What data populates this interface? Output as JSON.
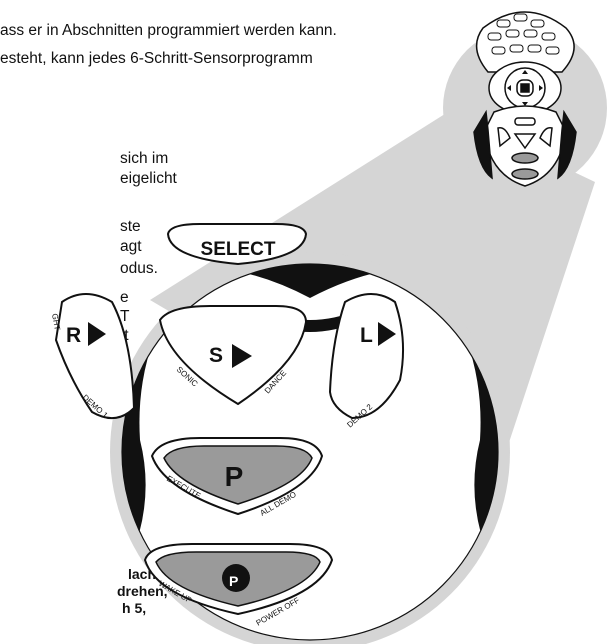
{
  "manual_text": {
    "line1": "ass er in Abschnitten programmiert werden kann.",
    "line2": "esteht, kann jedes 6-Schritt-Sensorprogramm",
    "line3": "sich im",
    "line4": "eigelicht",
    "line5": "ste",
    "line6": "agt",
    "line7": "odus.",
    "line8": "e",
    "line9": "T",
    "line10": "tt",
    "bottom1": "lach",
    "bottom2": "drehen,",
    "bottom3": "h 5,"
  },
  "remote": {
    "select_label": "SELECT",
    "right_letter": "R",
    "left_letter": "L",
    "sensor_letter": "S",
    "program_letter": "P",
    "program_small_letter": "P",
    "ght_label": "GHT",
    "demo1_label": "DEMO 1",
    "demo2_label": "DEMO 2",
    "sonic_label": "SONIC",
    "dance_label": "DANCE",
    "execute_label": "EXECUTE",
    "all_demo_label": "ALL DEMO",
    "wake_up_label": "WAKE UP",
    "power_off_label": "POWER OFF"
  },
  "colors": {
    "callout_gray": "#d5d5d5",
    "button_fill": "#ffffff",
    "program_fill": "#9a9a9a",
    "outline": "#111111"
  }
}
